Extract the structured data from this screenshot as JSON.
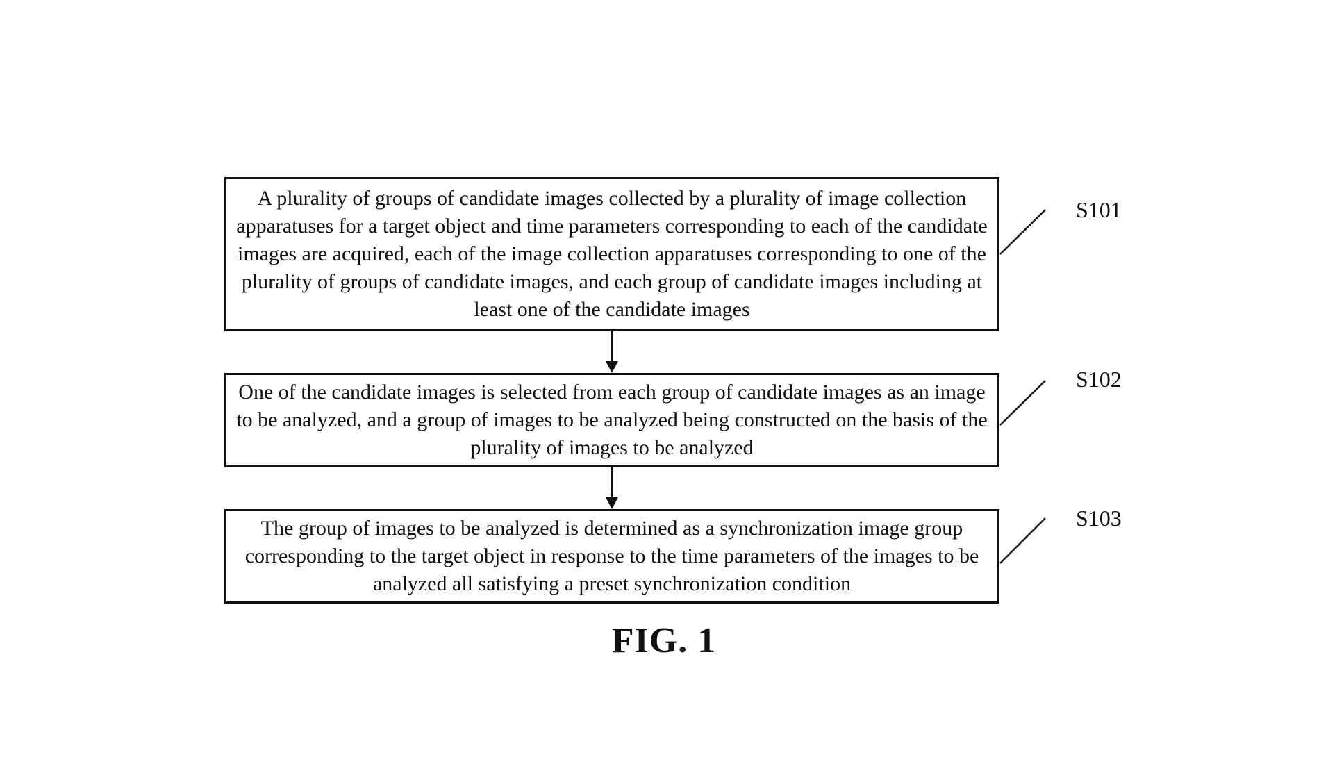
{
  "diagram": {
    "steps": [
      {
        "id": "S101",
        "text": "A plurality of groups of candidate images collected by a plurality of image collection apparatuses for a target object and time parameters corresponding to each of the candidate images are acquired, each of the image collection apparatuses corresponding to one of the plurality of groups of candidate images, and each group of candidate images including at least one of the candidate images"
      },
      {
        "id": "S102",
        "text": "One of the candidate images is selected from each group of candidate images as an image to be analyzed, and a group of images to be analyzed being constructed on the basis of the plurality of images to be analyzed"
      },
      {
        "id": "S103",
        "text": "The group of images to be analyzed is determined as a synchronization image group corresponding to the target object in response to the time parameters of the images to be analyzed all satisfying a preset synchronization condition"
      }
    ],
    "caption": "FIG. 1",
    "colors": {
      "line": "#111111",
      "background": "#ffffff"
    }
  }
}
